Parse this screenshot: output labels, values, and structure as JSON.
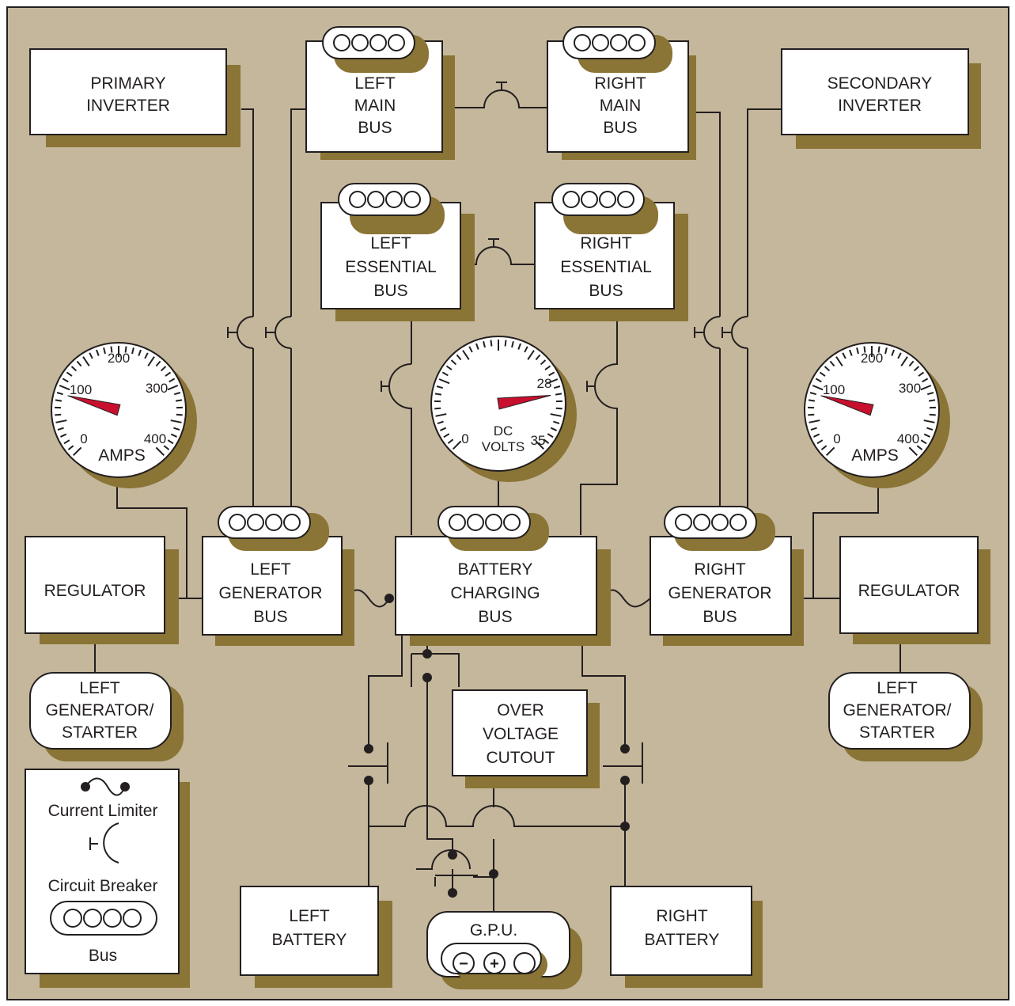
{
  "colors": {
    "background": "#c5b79b",
    "shadow": "#8a7436",
    "box": "#ffffff",
    "line": "#231f20",
    "needle": "#c8102e"
  },
  "boxes": {
    "primary_inverter": [
      "PRIMARY",
      "INVERTER"
    ],
    "secondary_inverter": [
      "SECONDARY",
      "INVERTER"
    ],
    "left_main_bus": [
      "LEFT",
      "MAIN",
      "BUS"
    ],
    "right_main_bus": [
      "RIGHT",
      "MAIN",
      "BUS"
    ],
    "left_essential_bus": [
      "LEFT",
      "ESSENTIAL",
      "BUS"
    ],
    "right_essential_bus": [
      "RIGHT",
      "ESSENTIAL",
      "BUS"
    ],
    "left_regulator": [
      "REGULATOR"
    ],
    "right_regulator": [
      "REGULATOR"
    ],
    "left_generator_bus": [
      "LEFT",
      "GENERATOR",
      "BUS"
    ],
    "battery_charging_bus": [
      "BATTERY",
      "CHARGING",
      "BUS"
    ],
    "right_generator_bus": [
      "RIGHT",
      "GENERATOR",
      "BUS"
    ],
    "left_generator_starter": [
      "LEFT",
      "GENERATOR/",
      "STARTER"
    ],
    "right_generator_starter": [
      "LEFT",
      "GENERATOR/",
      "STARTER"
    ],
    "over_voltage_cutout": [
      "OVER",
      "VOLTAGE",
      "CUTOUT"
    ],
    "left_battery": [
      "LEFT",
      "BATTERY"
    ],
    "right_battery": [
      "RIGHT",
      "BATTERY"
    ],
    "gpu": "G.P.U."
  },
  "gpu_terminals": [
    "−",
    "+",
    ""
  ],
  "gauges": {
    "left_ammeter": {
      "ticks": [
        "0",
        "100",
        "200",
        "300",
        "400"
      ],
      "unit": [
        "AMPS"
      ],
      "reading": 90
    },
    "voltmeter": {
      "ticks": [
        "0",
        "28",
        "35"
      ],
      "unit": [
        "DC",
        "VOLTS"
      ],
      "reading": 28
    },
    "right_ammeter": {
      "ticks": [
        "0",
        "100",
        "200",
        "300",
        "400"
      ],
      "unit": [
        "AMPS"
      ],
      "reading": 90
    }
  },
  "legend": {
    "current_limiter": "Current Limiter",
    "circuit_breaker": "Circuit Breaker",
    "bus": "Bus"
  }
}
